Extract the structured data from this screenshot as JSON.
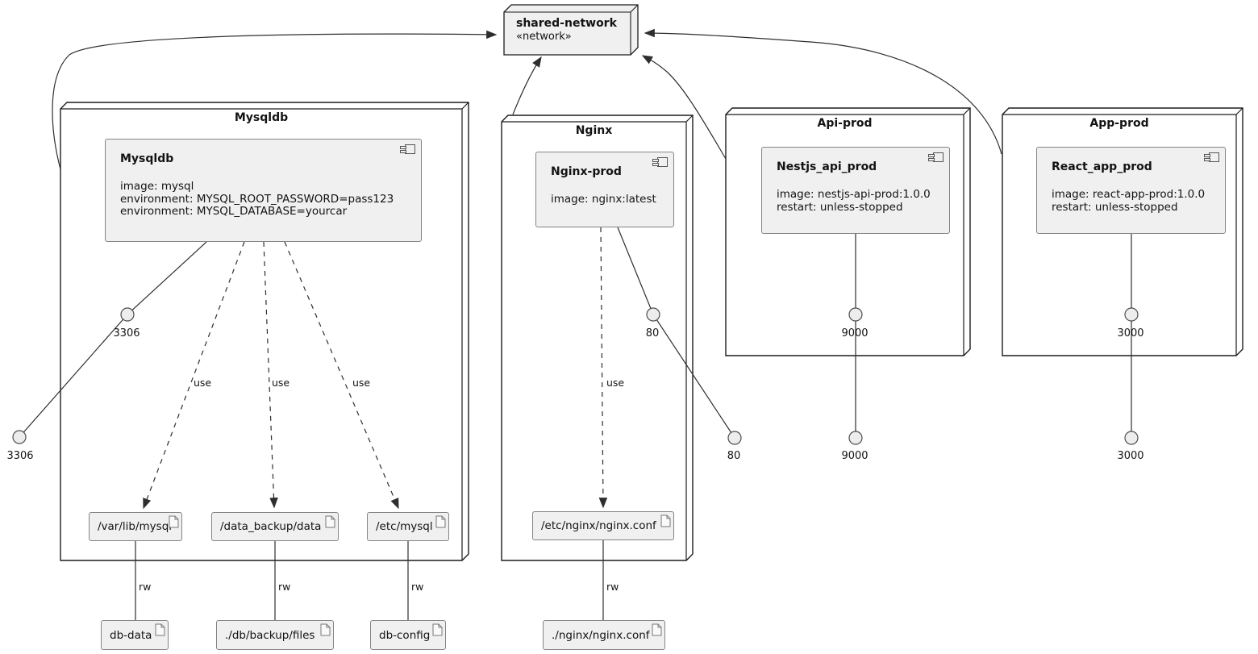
{
  "network": {
    "name": "shared-network",
    "stereotype": "«network»"
  },
  "edge_labels": {
    "use": "use",
    "rw": "rw"
  },
  "mysqldb": {
    "title": "Mysqldb",
    "component": {
      "name": "Mysqldb",
      "line1": "image: mysql",
      "line2": "environment: MYSQL_ROOT_PASSWORD=pass123",
      "line3": "environment: MYSQL_DATABASE=yourcar"
    },
    "ports": {
      "inner": "3306",
      "outer": "3306"
    },
    "mounts": {
      "m1": "/var/lib/mysql",
      "m2": "/data_backup/data",
      "m3": "/etc/mysql"
    },
    "sources": {
      "s1": "db-data",
      "s2": "./db/backup/files",
      "s3": "db-config"
    }
  },
  "nginx": {
    "title": "Nginx",
    "component": {
      "name": "Nginx-prod",
      "line1": "image: nginx:latest"
    },
    "ports": {
      "inner": "80",
      "outer": "80"
    },
    "mounts": {
      "m1": "/etc/nginx/nginx.conf"
    },
    "sources": {
      "s1": "./nginx/nginx.conf"
    }
  },
  "api": {
    "title": "Api-prod",
    "component": {
      "name": "Nestjs_api_prod",
      "line1": "image: nestjs-api-prod:1.0.0",
      "line2": "restart: unless-stopped"
    },
    "ports": {
      "inner": "9000",
      "outer": "9000"
    }
  },
  "app": {
    "title": "App-prod",
    "component": {
      "name": "React_app_prod",
      "line1": "image: react-app-prod:1.0.0",
      "line2": "restart: unless-stopped"
    },
    "ports": {
      "inner": "3000",
      "outer": "3000"
    }
  },
  "colors": {
    "box_fill": "#f0f0f0",
    "box_border": "#848484",
    "node_border": "#1c1c1c",
    "line": "#2e2e2e"
  }
}
